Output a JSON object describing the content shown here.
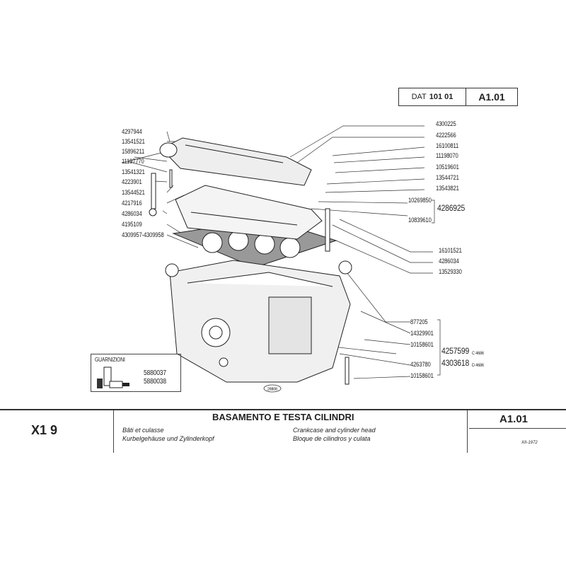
{
  "header": {
    "dat_label": "DAT",
    "dat_number": "101 01",
    "code": "A1.01"
  },
  "left_parts": [
    "4297944",
    "13541521",
    "15896211",
    "11197770",
    "13541321",
    "4223901",
    "13544521",
    "4217916",
    "4286034",
    "4195109",
    "4309957-4309958"
  ],
  "right_parts": [
    "4300225",
    "4222566",
    "16100811",
    "11198070",
    "10519601",
    "13544721",
    "13543821"
  ],
  "group_4286925": {
    "items": [
      "10269850",
      "10839610"
    ],
    "assembly": "4286925"
  },
  "right_parts_mid": [
    "16101521",
    "4286034",
    "13529330"
  ],
  "group_lower": {
    "items_top": [
      "877205",
      "14329901",
      "10158601"
    ],
    "assembly_c": "4257599",
    "variant_c": "C 4686",
    "items_bottom": [
      "4263780",
      "10158601"
    ],
    "assembly_d": "4303618",
    "variant_d": "D 4686"
  },
  "gaskets": {
    "title": "GUARNIZIONI",
    "parts": [
      "5880037",
      "5880038"
    ]
  },
  "footer": {
    "model": "X1 9",
    "title": "BASAMENTO E TESTA CILINDRI",
    "fr": "Bâti et culasse",
    "de": "Kurbelgehäuse und Zylinderkopf",
    "en": "Crankcase and cylinder head",
    "es": "Bloque de cilindros y culata",
    "code": "A1.01",
    "date": "XII-1972"
  }
}
